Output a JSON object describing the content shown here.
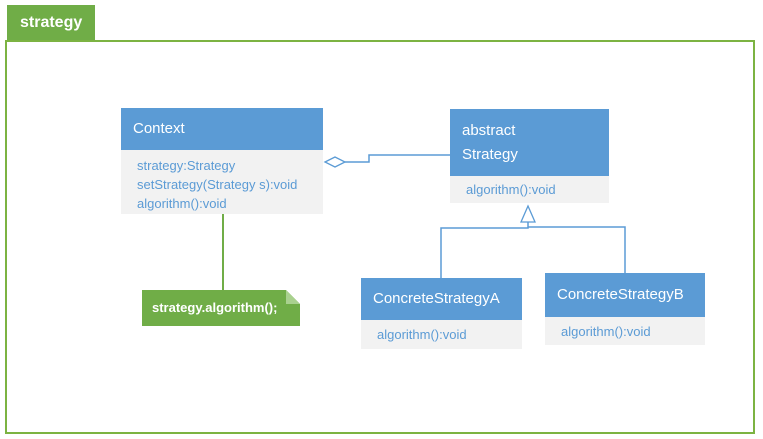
{
  "diagram": {
    "frame_title": "strategy",
    "classes": [
      {
        "id": "context",
        "name": "Context",
        "members": [
          "strategy:Strategy",
          "setStrategy(Strategy s):void",
          "algorithm():void"
        ]
      },
      {
        "id": "strategy",
        "name_lines": [
          "abstract",
          "Strategy"
        ],
        "members": [
          "algorithm():void"
        ]
      },
      {
        "id": "concreteA",
        "name": "ConcreteStrategyA",
        "members": [
          "algorithm():void"
        ]
      },
      {
        "id": "concreteB",
        "name": "ConcreteStrategyB",
        "members": [
          "algorithm():void"
        ]
      }
    ],
    "note": {
      "text": "strategy.algorithm();"
    },
    "relations": [
      {
        "from": "Context",
        "to": "abstract Strategy",
        "type": "aggregation"
      },
      {
        "from": "ConcreteStrategyA",
        "to": "abstract Strategy",
        "type": "inheritance"
      },
      {
        "from": "ConcreteStrategyB",
        "to": "abstract Strategy",
        "type": "inheritance"
      },
      {
        "from": "Context",
        "to": "note",
        "type": "note-link"
      }
    ],
    "colors": {
      "class_header": "#5b9bd5",
      "class_body": "#f2f2f2",
      "member_text": "#5b9bd5",
      "green_fill": "#70ad47",
      "frame_border": "#7cb342",
      "background": "#ffffff",
      "header_text": "#ffffff",
      "note_text": "#ffffff"
    }
  }
}
